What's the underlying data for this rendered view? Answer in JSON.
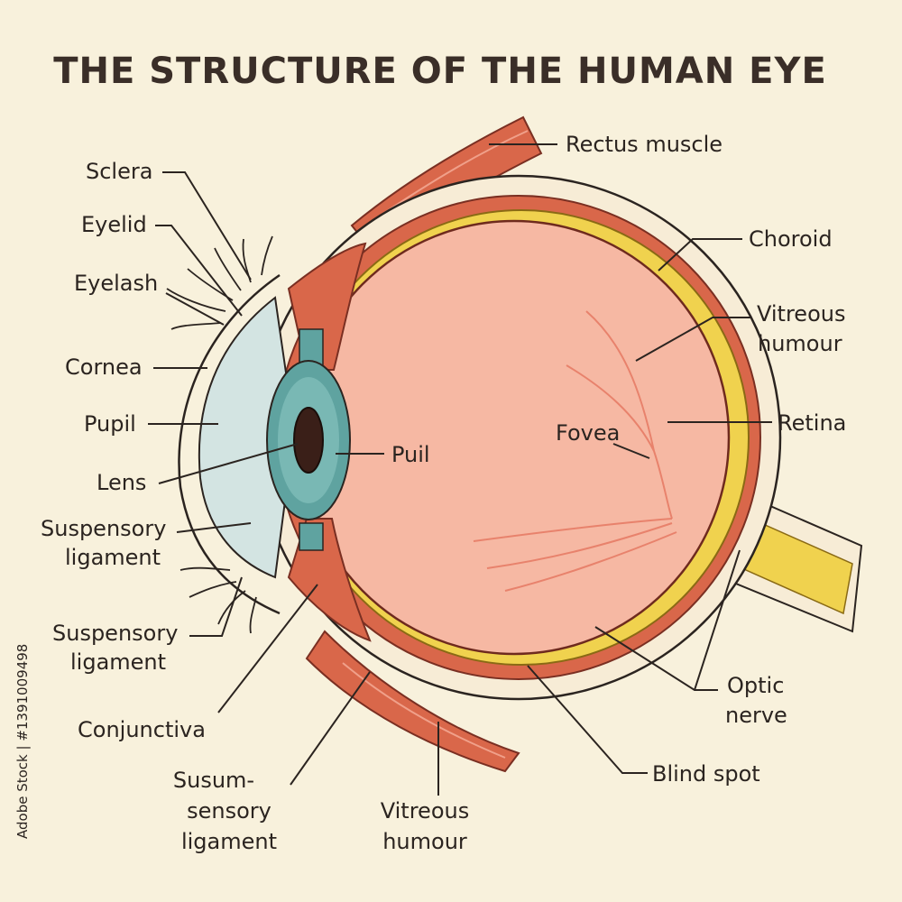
{
  "title": "THE STRUCTURE OF THE HUMAN EYE",
  "labels": {
    "sclera": "Sclera",
    "eyelid": "Eyelid",
    "eyelash": "Eyelash",
    "cornea": "Cornea",
    "pupil_left": "Pupil",
    "lens": "Lens",
    "suspensory_ligament_1_line1": "Suspensory",
    "suspensory_ligament_1_line2": "ligament",
    "suspensory_ligament_2_line1": "Suspensory",
    "suspensory_ligament_2_line2": "ligament",
    "conjunctiva": "Conjunctiva",
    "susum_line1": "Susum-",
    "susum_line2": "sensory",
    "susum_line3": "ligament",
    "vitreous_bottom_line1": "Vitreous",
    "vitreous_bottom_line2": "humour",
    "rectus_muscle": "Rectus muscle",
    "choroid": "Choroid",
    "vitreous_right_line1": "Vitreous",
    "vitreous_right_line2": "humour",
    "retina": "Retina",
    "fovea": "Fovea",
    "puil": "Puil",
    "optic_nerve_line1": "Optic",
    "optic_nerve_line2": "nerve",
    "blind_spot": "Blind spot"
  },
  "watermark": "Adobe Stock | #1391009498",
  "colors": {
    "background": "#f8f1dc",
    "muscle": "#d9674a",
    "choroid": "#d9674a",
    "retina": "#f0d24e",
    "vitreous": "#f6b8a3",
    "cornea": "#d3e4e2",
    "iris": "#5fa3a0",
    "pupil": "#3a1f18",
    "optic_nerve": "#f0d24e",
    "ink": "#2b2420"
  }
}
